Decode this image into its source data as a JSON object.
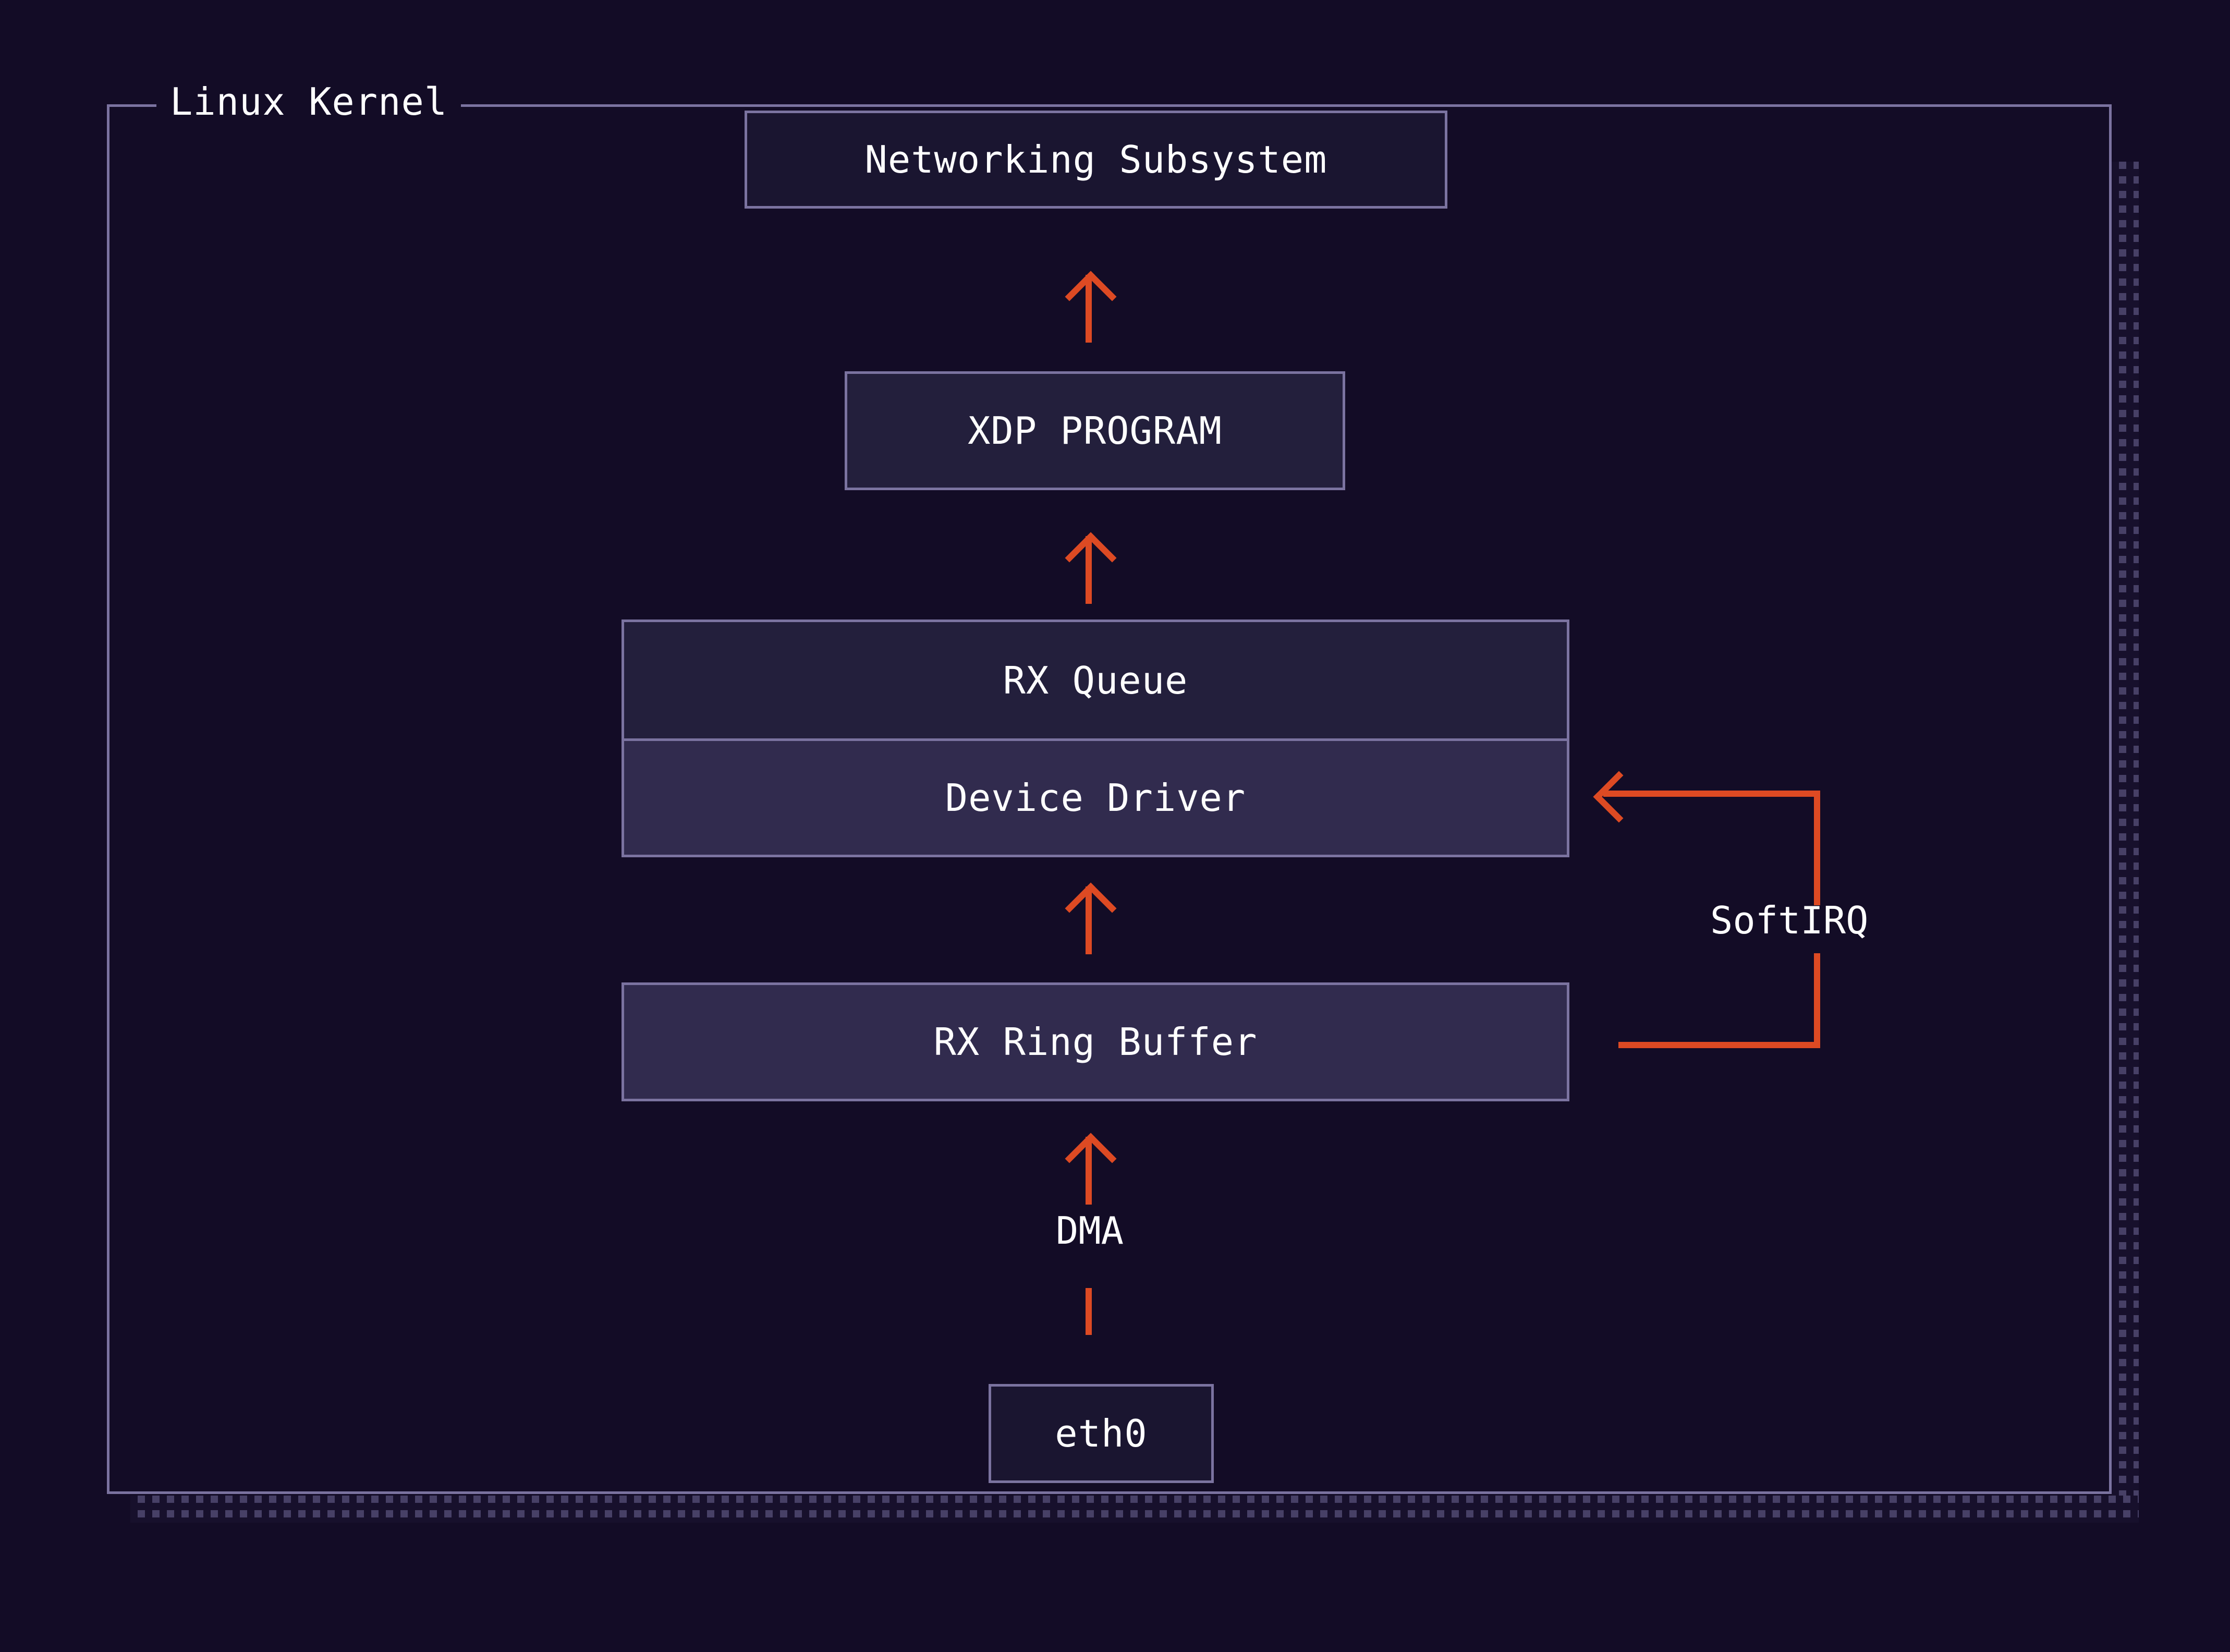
{
  "diagram": {
    "title": "Linux Kernel XDP packet receive path",
    "background_color": "#130c26",
    "accent_color": "#dd4a23",
    "border_color": "#7b73a0",
    "text_color": "#ffffff"
  },
  "kernel": {
    "label": "Linux Kernel"
  },
  "nodes": {
    "networking_subsystem": {
      "label": "Networking Subsystem",
      "fill": "#1a1530"
    },
    "xdp_program": {
      "label": "XDP PROGRAM",
      "fill": "#231f3c"
    },
    "rx_queue": {
      "label": "RX Queue",
      "fill": "#231f3c"
    },
    "device_driver": {
      "label": "Device Driver",
      "fill": "#312b4e"
    },
    "rx_ring_buffer": {
      "label": "RX Ring Buffer",
      "fill": "#312b4e"
    },
    "eth0": {
      "label": "eth0",
      "fill": "#1a1530"
    }
  },
  "edges": {
    "dma": {
      "label": "DMA",
      "from": "eth0",
      "to": "rx_ring_buffer",
      "color": "#dd4a23"
    },
    "ring_to_driver": {
      "label": "",
      "from": "rx_ring_buffer",
      "to": "device_driver",
      "color": "#dd4a23"
    },
    "queue_to_xdp": {
      "label": "",
      "from": "rx_queue",
      "to": "xdp_program",
      "color": "#dd4a23"
    },
    "xdp_to_net": {
      "label": "",
      "from": "xdp_program",
      "to": "networking_subsystem",
      "color": "#dd4a23"
    },
    "softirq": {
      "label": "SoftIRQ",
      "from": "rx_ring_buffer",
      "to": "device_driver",
      "color": "#dd4a23"
    }
  }
}
